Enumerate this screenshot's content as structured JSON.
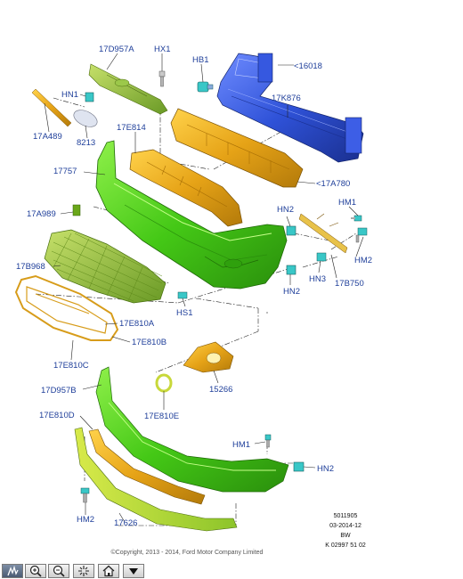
{
  "labels": {
    "p17D957A": "17D957A",
    "pHX1": "HX1",
    "pHB1": "HB1",
    "p16018": "<16018",
    "pHN1a": "HN1",
    "p17K876": "17K876",
    "p17A489": "17A489",
    "p8213": "8213",
    "p17E814": "17E814",
    "p17757": "17757",
    "p17A780": "<17A780",
    "p17A989": "17A989",
    "pHN2a": "HN2",
    "pHM1a": "HM1",
    "pHM2a": "HM2",
    "p17B968": "17B968",
    "pHN3": "HN3",
    "pHN2b": "HN2",
    "p17B750": "17B750",
    "pHS1": "HS1",
    "p17E810A": "17E810A",
    "p17E810B": "17E810B",
    "p17E810C": "17E810C",
    "p15266": "15266",
    "p17D957B": "17D957B",
    "p17E810E": "17E810E",
    "p17E810D": "17E810D",
    "pHM1b": "HM1",
    "pHN2c": "HN2",
    "pHM2b": "HM2",
    "p17626": "17626"
  },
  "drawing_code": [
    "5011905",
    "03-2014-12",
    "BW",
    "K 02997 51 02"
  ],
  "copyright": "©Copyright, 2013 - 2014, Ford Motor Company Limited",
  "toolbar_icons": [
    "pan-icon",
    "zoom-in-icon",
    "zoom-out-icon",
    "fit-icon",
    "home-icon",
    "dropdown-icon"
  ],
  "colors": {
    "label_blue": "#1f3f9a",
    "bumper_green": "#4fcf1a",
    "absorber_orange": "#e6a317",
    "reinforcement_blue": "#2f52d8",
    "grille_olive": "#8dbb3a"
  }
}
